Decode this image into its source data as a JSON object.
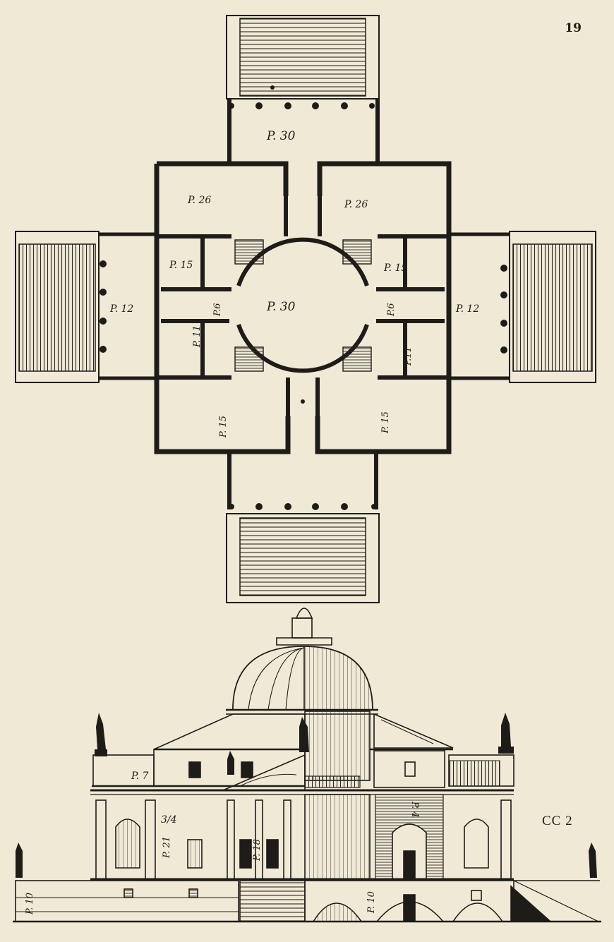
{
  "page_number": "19",
  "plate_mark": "CC 2",
  "plan": {
    "rooms": {
      "north_portico": "P. 30",
      "south_portico": "",
      "central_hall": "P. 30",
      "west_portico": "P. 12",
      "east_portico": "P. 12",
      "nw_large": "P. 26",
      "ne_large": "P. 26",
      "nw_small": "P. 15",
      "ne_small": "P. 15",
      "sw_small": "P. 11",
      "se_small": "P.11",
      "sw_large": "P. 15",
      "se_large": "P. 15",
      "west_passage": "P.6",
      "east_passage": "P.6"
    }
  },
  "elevation": {
    "labels": {
      "left_attic": "P. 7",
      "left_floor_height": "P. 21",
      "left_fraction": "3/4",
      "portico_base": "P. 18",
      "basement_left": "P. 10",
      "basement_section": "P. 10",
      "section_upper": "P. 4"
    }
  }
}
